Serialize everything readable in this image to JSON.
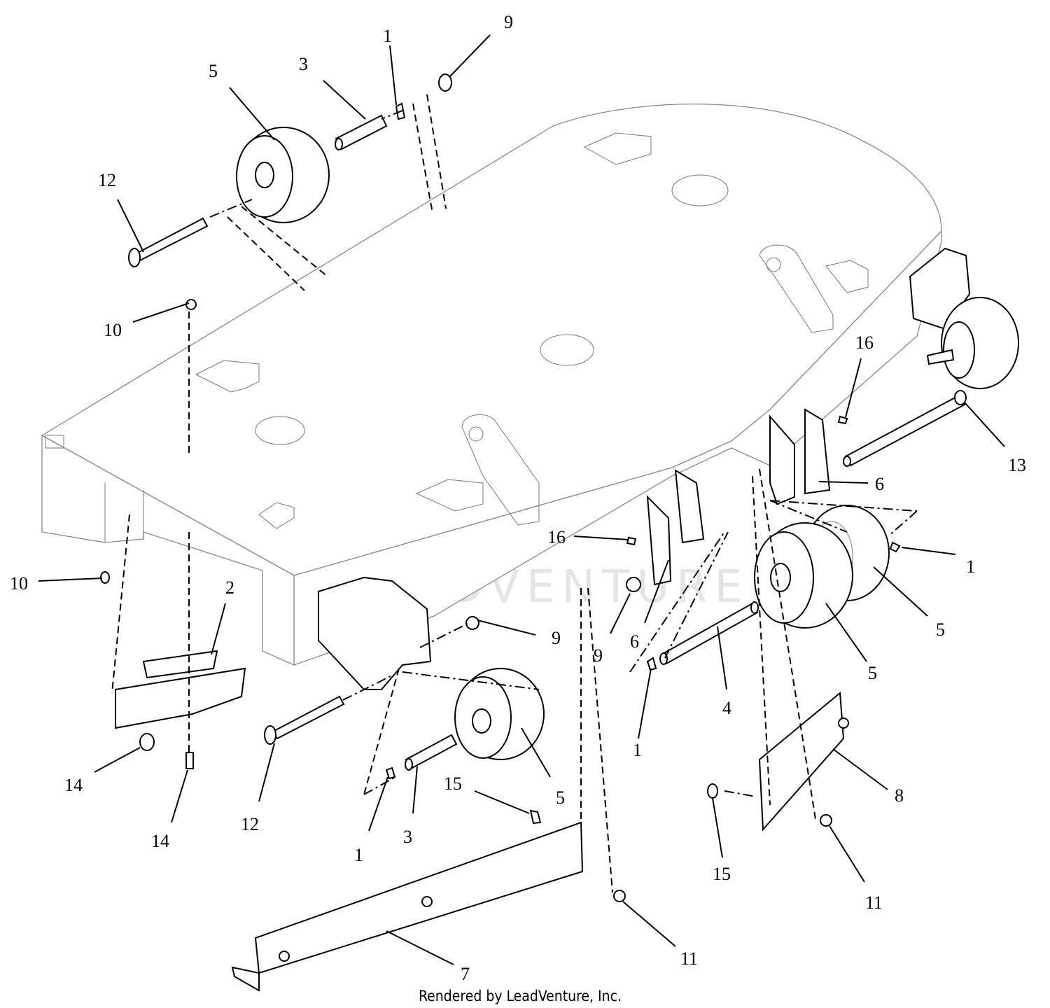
{
  "footer": "Rendered by LeadVenture, Inc.",
  "watermark": "LEADVENTURE",
  "callouts": [
    {
      "id": "c9-top",
      "text": "9"
    },
    {
      "id": "c1-top",
      "text": "1"
    },
    {
      "id": "c3-top",
      "text": "3"
    },
    {
      "id": "c5-top",
      "text": "5"
    },
    {
      "id": "c12-top",
      "text": "12"
    },
    {
      "id": "c10-top",
      "text": "10"
    },
    {
      "id": "c16-right",
      "text": "16"
    },
    {
      "id": "c13",
      "text": "13"
    },
    {
      "id": "c6-right",
      "text": "6"
    },
    {
      "id": "c16-mid",
      "text": "16"
    },
    {
      "id": "c1-right",
      "text": "1"
    },
    {
      "id": "c10-left",
      "text": "10"
    },
    {
      "id": "c2",
      "text": "2"
    },
    {
      "id": "c9-mid-a",
      "text": "9"
    },
    {
      "id": "c9-mid-b",
      "text": "9"
    },
    {
      "id": "c6-mid",
      "text": "6"
    },
    {
      "id": "c5-right-a",
      "text": "5"
    },
    {
      "id": "c5-right-b",
      "text": "5"
    },
    {
      "id": "c4",
      "text": "4"
    },
    {
      "id": "c1-mid",
      "text": "1"
    },
    {
      "id": "c8",
      "text": "8"
    },
    {
      "id": "c5-bottom",
      "text": "5"
    },
    {
      "id": "c15-mid",
      "text": "15"
    },
    {
      "id": "c14-a",
      "text": "14"
    },
    {
      "id": "c14-b",
      "text": "14"
    },
    {
      "id": "c12-bottom",
      "text": "12"
    },
    {
      "id": "c1-bottom",
      "text": "1"
    },
    {
      "id": "c3-bottom",
      "text": "3"
    },
    {
      "id": "c15-right",
      "text": "15"
    },
    {
      "id": "c11-right",
      "text": "11"
    },
    {
      "id": "c11-bottom",
      "text": "11"
    },
    {
      "id": "c7",
      "text": "7"
    }
  ]
}
